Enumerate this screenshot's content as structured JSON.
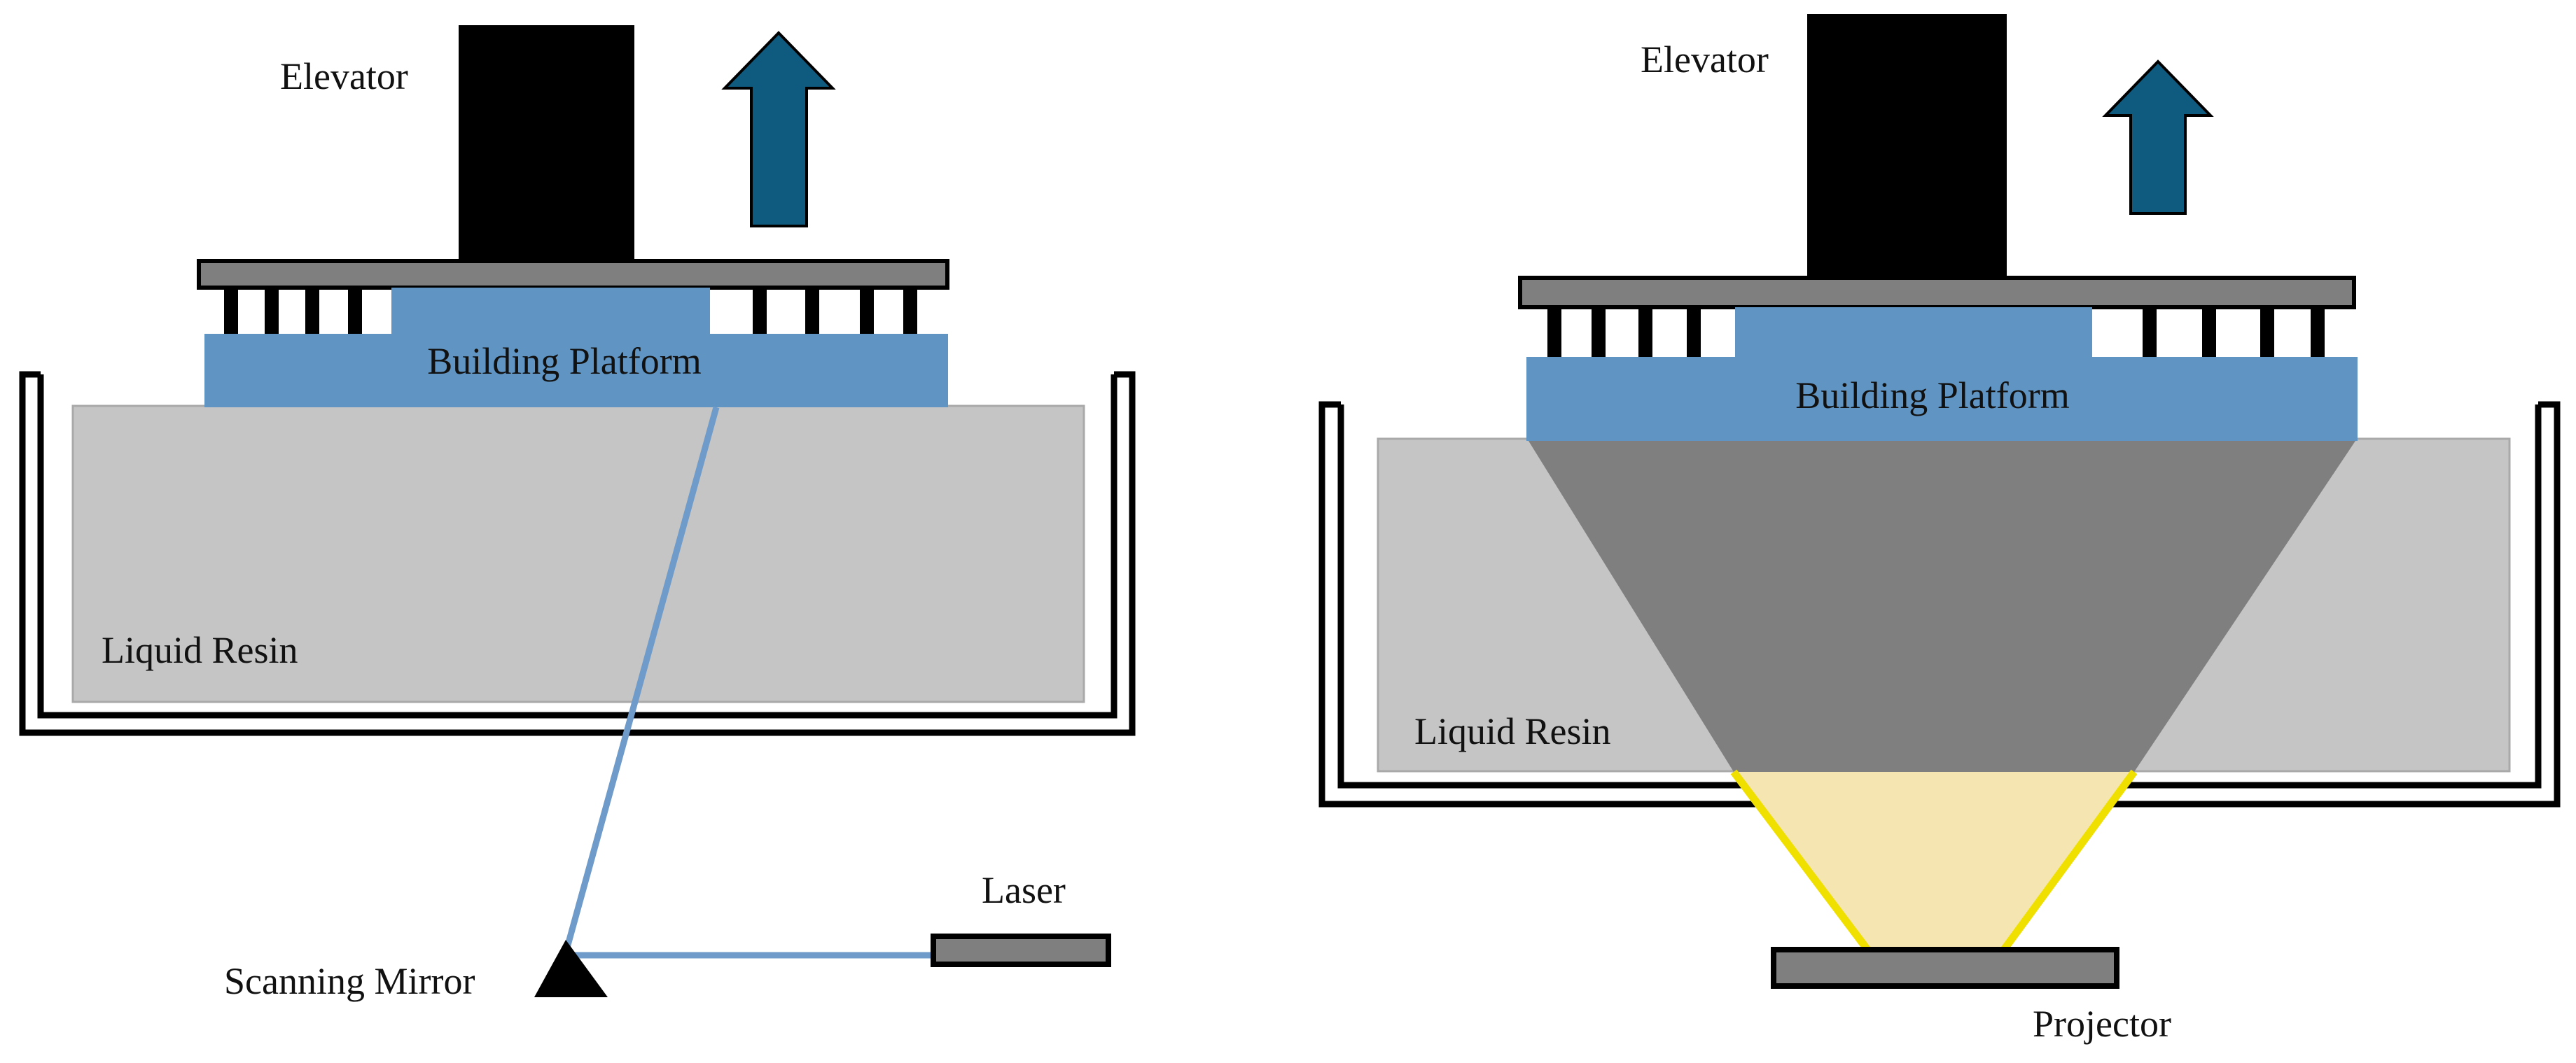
{
  "left_diagram": {
    "elevator_label": "Elevator",
    "platform_label": "Building Platform",
    "resin_label": "Liquid Resin",
    "mirror_label": "Scanning Mirror",
    "laser_label": "Laser"
  },
  "right_diagram": {
    "elevator_label": "Elevator",
    "platform_label": "Building Platform",
    "resin_label": "Liquid Resin",
    "projector_label": "Projector"
  },
  "colors": {
    "arrow": "#0e5b7f",
    "platform": "#6095c3",
    "resin": "#c5c5c5",
    "projection": "#7f7f7f",
    "beam": "#6e9bc9",
    "yellow_light": "#f5e5b1",
    "yellow_edge": "#f0e000",
    "elevator": "#000000",
    "plate": "#7f7f7f"
  }
}
